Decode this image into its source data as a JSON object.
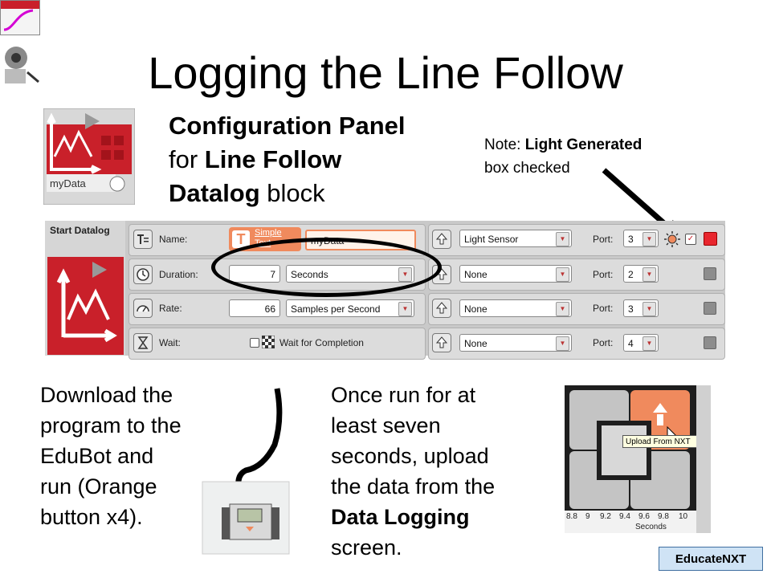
{
  "slide": {
    "title": "Logging the Line Follow",
    "config_heading": {
      "line1_bold": "Configuration Panel",
      "line2_pre": "for ",
      "line2_bold": "Line Follow",
      "line3_bold": "Datalog",
      "line3_post": " block"
    },
    "note": {
      "prefix": "Note: ",
      "bold": "Light Generated",
      "suffix": "box checked"
    },
    "download_text": [
      "Download the",
      "program to the",
      "EduBot and",
      "run (Orange",
      "button x4)."
    ],
    "once_text": {
      "lines": [
        "Once run for at",
        "least seven",
        "seconds, upload",
        "the data from the"
      ],
      "bold": "Data Logging",
      "last": "screen."
    },
    "brand": "EducateNXT"
  },
  "block_icon": {
    "label": "myData"
  },
  "panel": {
    "title": "Start Datalog",
    "rows": [
      {
        "label": "Name:",
        "icon": "text-icon"
      },
      {
        "label": "Duration:",
        "icon": "clock-icon"
      },
      {
        "label": "Rate:",
        "icon": "gauge-icon"
      },
      {
        "label": "Wait:",
        "icon": "hourglass-icon"
      }
    ],
    "name_tag": "Simple Text",
    "name_value": "myData",
    "duration_value": "7",
    "duration_unit": "Seconds",
    "rate_value": "66",
    "rate_unit": "Samples per Second",
    "wait_label": "Wait for Completion",
    "sensors": [
      {
        "sensor": "Light Sensor",
        "port_label": "Port:",
        "port": "3"
      },
      {
        "sensor": "None",
        "port_label": "Port:",
        "port": "2"
      },
      {
        "sensor": "None",
        "port_label": "Port:",
        "port": "3"
      },
      {
        "sensor": "None",
        "port_label": "Port:",
        "port": "4"
      }
    ]
  },
  "nxt_screen": {
    "tooltip": "Upload From NXT",
    "axis_ticks": [
      "8.8",
      "9",
      "9.2",
      "9.4",
      "9.6",
      "9.8",
      "10"
    ],
    "axis_label": "Seconds"
  },
  "colors": {
    "accent_red": "#c9202a",
    "orange": "#f08a5d",
    "brand_bg": "#cfe3f5"
  }
}
